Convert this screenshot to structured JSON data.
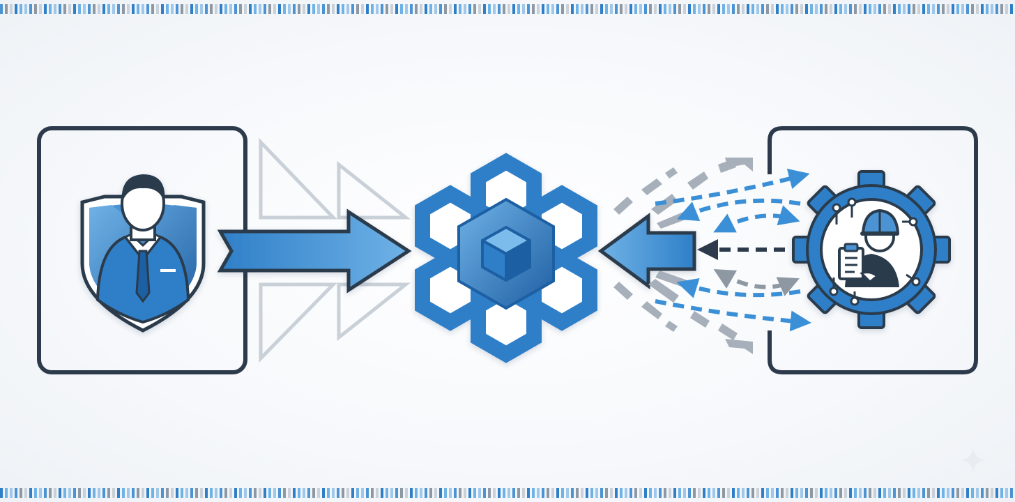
{
  "diagram": {
    "nodes": [
      {
        "id": "executive",
        "icon": "executive-shield-icon"
      },
      {
        "id": "hub",
        "icon": "hexagon-cube-network-icon"
      },
      {
        "id": "engineer",
        "icon": "engineer-gear-icon"
      }
    ],
    "connectors": [
      {
        "from": "executive",
        "to": "hub",
        "style": "solid-blue-arrow"
      },
      {
        "from": "engineer",
        "to": "hub",
        "style": "solid-blue-arrow"
      },
      {
        "between": "engineer-hub",
        "style": "dashed-bidirectional-arrows"
      }
    ]
  },
  "colors": {
    "primary_blue": "#2f7fc8",
    "dark_blue": "#1f5fa3",
    "light_blue": "#6fb2e6",
    "frame": "#2c3a4b",
    "gray": "#9aa3ad",
    "light_gray": "#c9d0d8"
  },
  "decor": {
    "border_pattern": "striped-blue-gray"
  }
}
